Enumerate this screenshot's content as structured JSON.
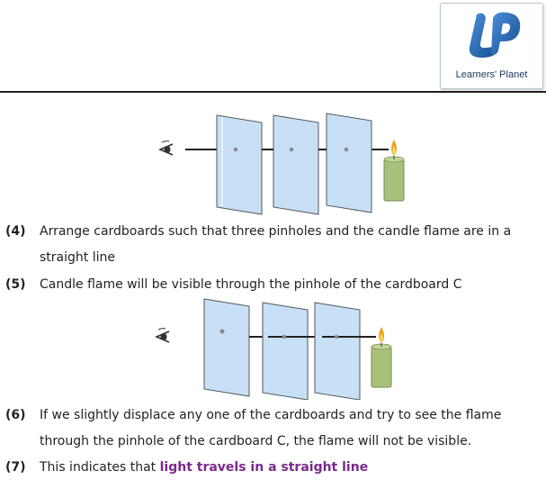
{
  "logo": {
    "monogram": "LP",
    "name": "Learners' Planet"
  },
  "steps": [
    {
      "num": "(4)",
      "line1": "Arrange cardboards such that three pinholes and the candle flame are in a",
      "line2": "straight line"
    },
    {
      "num": "(5)",
      "line1": "Candle flame will be visible through the pinhole of the cardboard C"
    },
    {
      "num": "(6)",
      "line1": "If we slightly displace any one of the cardboards and try to see the flame",
      "line2": "through the pinhole of the cardboard C, the flame will not be visible."
    },
    {
      "num": "(7)",
      "prefix": "This indicates that ",
      "highlight": "light travels in a straight line"
    }
  ],
  "colors": {
    "highlight": "#7a2a8c",
    "card": "#c7e0f6",
    "candle": "#a9c07a",
    "flame": "#f0a020",
    "logo_blue": "#1f5fa8"
  }
}
